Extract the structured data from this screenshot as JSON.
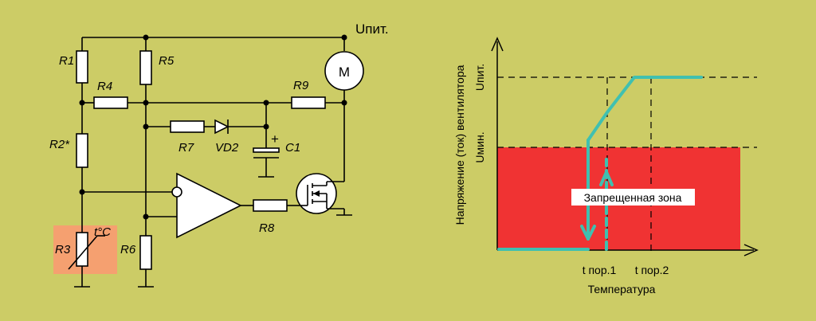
{
  "colors": {
    "background": "#cccc66",
    "forbidden_zone": "#f03333",
    "sensor_highlight": "#f5a070",
    "curve": "#40c0b0"
  },
  "schematic": {
    "supply_label": "Uпит.",
    "motor_label": "M",
    "temp_label": "t°C",
    "components": {
      "r1": "R1",
      "r2": "R2*",
      "r3": "R3",
      "r4": "R4",
      "r5": "R5",
      "r6": "R6",
      "r7": "R7",
      "r8": "R8",
      "r9": "R9",
      "vd2": "VD2",
      "c1": "C1",
      "c1_polarity": "+"
    }
  },
  "graph": {
    "y_axis_label": "Напряжение (ток) вентилятора",
    "y_tick_upit": "Uпит.",
    "y_tick_umin": "Uмин.",
    "x_axis_label": "Температура",
    "x_tick_1": "t пор.1",
    "x_tick_2": "t пор.2",
    "zone_label": "Запрещенная зона"
  }
}
